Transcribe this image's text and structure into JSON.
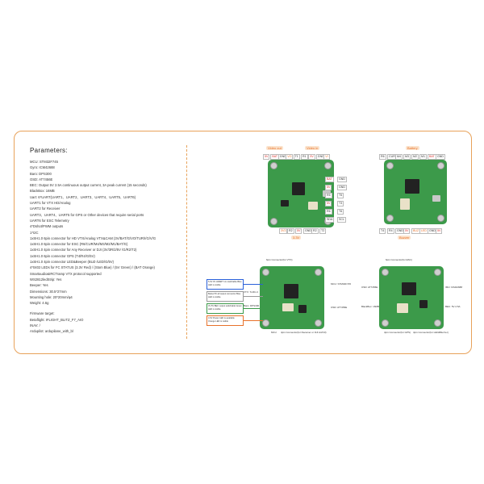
{
  "parameters": {
    "heading": "Parameters:",
    "lines": [
      "MCU:  STM32F745",
      "Gyro:  ICM42688",
      "Baro:  DPS300",
      "OSD:  AT7456E",
      "BEC:  Output 5V 2.5A continuous output current, 3A peak current (15 seconds)",
      "BlackBox:  16MB",
      "Uart:  6*UART(UART1、UART2、UART3、UART4、UART5、UART6)",
      "UART1 for VTX HD/Analog",
      "UART2 for Receiver",
      "UART3、UART4、UART5 for GPS or Other devices that require serial ports",
      "UART6 for ESC Telemetry",
      "4*Dshot/PWM outputs",
      "1*I2C",
      "1xSH1.0 6pin connector for HD VTX/Analog VTX&CAM  (3V/BAT/G/VO/TUR/I/G/V/G",
      "1xSH1.0 6pin connector for ESC  (R6/CUR/M4/M3/M2/M1/BAT/G)",
      "1xSH1.0 4pin connector for Any Receiver or DJI  (3V/3R/2/5V /G/R2/T2)",
      "1xSH1.0 6pin connector GPS  (T4/R4/G/5V)",
      "1xSH1.0 4pin connector LED&Beeper  (BUZ-/LED/G/5V)",
      "4*0402 LEDs for FC STATUS (3.3V Red) / (Stom Blue) / (5V Green) / (BAT Orange)",
      "Smartaudio&IRCTramp VTX protocol supported",
      "WS2812ledStrip:  Yes",
      "Beeper:  Yes",
      "Dimensions:  30.5*27mm",
      "Mounting hole:  20*20mm/φ4",
      "Weight:  4.6g"
    ],
    "firmware_title": "Firmware target:",
    "firmware_lines": [
      "Betaflight:  IFLIGHT_BLITZ_F7_AIO",
      "INAV:  /",
      "Ardupilot:  ardupilane_with_bl"
    ]
  },
  "board_top_left": {
    "video_out_label": "Video out",
    "video_in_label": "Video in",
    "top_pads": [
      "5V",
      "BAT",
      "GND",
      "VO",
      "T1",
      "R1",
      "5V",
      "GND",
      "VI"
    ],
    "right_pads_left": [
      "BAT",
      "5V",
      "R5",
      "5V",
      "R6",
      "SDA"
    ],
    "right_pads_right": [
      "GND",
      "GND",
      "T5",
      "T3",
      "T6",
      "SCL"
    ],
    "right_extra": "3V3",
    "bottom_pads": [
      "3V3",
      "R2",
      "5V",
      "GND",
      "R2",
      "T2"
    ],
    "bottom_label": "3.3V"
  },
  "board_top_right": {
    "battery_label": "Battery",
    "top_pads": [
      "R6",
      "CUR",
      "M4",
      "M3",
      "M2",
      "M1",
      "BAT",
      "GND"
    ],
    "bottom_pads": [
      "T4",
      "R4",
      "GND",
      "5V",
      "BUZ",
      "LED",
      "GND",
      "5V"
    ],
    "bottom_label": "Buzzer"
  },
  "board_bottom_left": {
    "top_label": "6pin Connector(for VTX)",
    "left_box": "5.3V\n3V HD&RT vtx switchable\nBlue LED is visible",
    "left_box2": "Below\n5V all output connector\nBlue LED is visible",
    "left_box3": "3V\n5V BEC output switchable\nGreen LED is visible",
    "left_box4": "3.3V\nPower LED is available\nOrange LED is visible",
    "mcu_label": "MCU: STM32F745",
    "osd_label": "OSD: AT7456E",
    "vtx_label": "VTX: 7LRC-C",
    "baro_label": "Baro: DPS300",
    "bottom_left_label": "MCU",
    "bottom_label": "4pin Connector(for Receiver or DJI Air/O3)"
  },
  "board_bottom_right": {
    "top_label": "6pin Connector(for ESC)",
    "gyro_label": "OSD: AT7456E",
    "imu_label": "IMU: ICM42688",
    "blackbox_label": "BlackBox: 16MB",
    "bec_label": "BEC: 5V 2.5A",
    "gps_label": "4pin Connector(for GPS)",
    "led_label": "4pin Connector(for LED&Buzzer)"
  },
  "colors": {
    "accent": "#e8a25a",
    "board_green": "#3c9a4a",
    "label_orange": "#e8712a",
    "label_red": "#d9302a",
    "label_blue": "#2a60d9"
  }
}
